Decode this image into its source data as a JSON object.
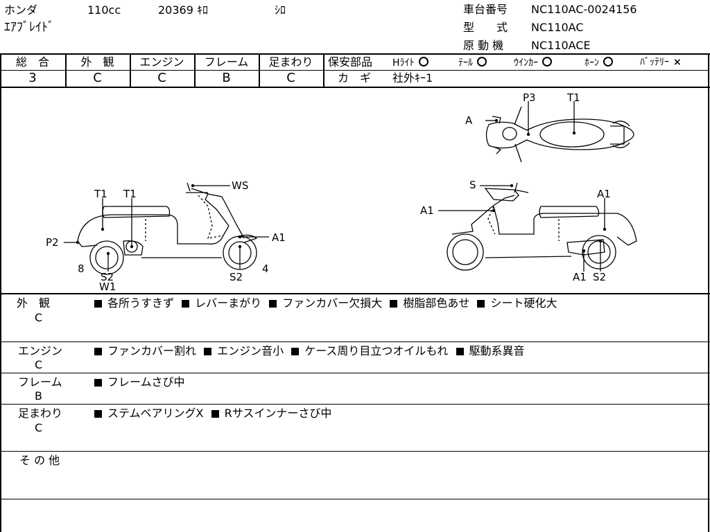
{
  "header": {
    "maker": "ホンダ",
    "displacement": "110cc",
    "mileage": "20369 ｷﾛ",
    "color": "ｼﾛ",
    "model_name": "ｴｱﾌﾞﾚｲﾄﾞ",
    "frame_number_label": "車台番号",
    "frame_number": "NC110AC-0024156",
    "model_type_label": "型　　式",
    "model_type": "NC110AC",
    "engine_label": "原 動 機",
    "engine": "NC110ACE"
  },
  "grades": {
    "headers": [
      "総　合",
      "外　観",
      "エンジン",
      "フレーム",
      "足まわり"
    ],
    "values": [
      "3",
      "C",
      "C",
      "B",
      "C"
    ]
  },
  "safety": {
    "label": "保安部品",
    "items": [
      {
        "name": "Hﾗｲﾄ",
        "status": "ok"
      },
      {
        "name": "ﾃｰﾙ",
        "status": "ok"
      },
      {
        "name": "ｳｲﾝｶｰ",
        "status": "ok"
      },
      {
        "name": "ﾎｰﾝ",
        "status": "ok"
      },
      {
        "name": "ﾊﾞｯﾃﾘｰ",
        "status": "ng",
        "mark": "×"
      }
    ],
    "key_label": "カ　ギ",
    "key_value": "社外ｷｰ1"
  },
  "diagram_labels": {
    "top_view": [
      "A",
      "P3",
      "T1"
    ],
    "left_view": [
      "T1",
      "T1",
      "WS",
      "P2",
      "A1",
      "8",
      "S2",
      "W1",
      "S2",
      "4"
    ],
    "right_view": [
      "S",
      "A1",
      "A1",
      "A1",
      "S2"
    ]
  },
  "notes": [
    {
      "category": "外　観",
      "grade": "C",
      "items": [
        "各所うすきず",
        "レバーまがり",
        "ファンカバー欠損大",
        "樹脂部色あせ",
        "シート硬化大"
      ]
    },
    {
      "category": "エンジン",
      "grade": "C",
      "items": [
        "ファンカバー割れ",
        "エンジン音小",
        "ケース周り目立つオイルもれ",
        "駆動系異音"
      ]
    },
    {
      "category": "フレーム",
      "grade": "B",
      "items": [
        "フレームさび中"
      ]
    },
    {
      "category": "足まわり",
      "grade": "C",
      "items": [
        "ステムベアリングX",
        "Rサスインナーさび中"
      ]
    },
    {
      "category": "そ の 他",
      "grade": "",
      "items": []
    }
  ]
}
